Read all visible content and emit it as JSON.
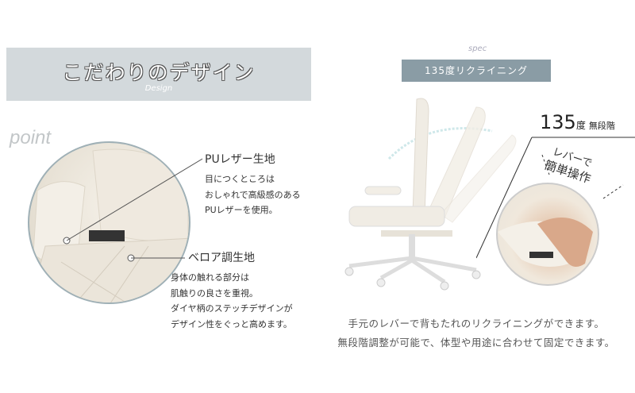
{
  "design": {
    "title": "こだわりのデザイン",
    "subtitle": "Design",
    "point_label": "point",
    "features": [
      {
        "title": "PUレザー生地",
        "lines": [
          "目につくところは",
          "おしゃれで高級感のある",
          "PUレザーを使用。"
        ]
      },
      {
        "title": "ベロア調生地",
        "lines": [
          "身体の触れる部分は",
          "肌触りの良さを重視。",
          "ダイヤ柄のステッチデザインが",
          "デザイン性をぐっと高めます。"
        ]
      }
    ]
  },
  "spec": {
    "label": "spec",
    "title": "135度リクライニング",
    "angle": "135",
    "angle_unit": "度",
    "angle_note": "無段階",
    "lever_line1": "レバーで",
    "lever_line2": "簡単操作",
    "description": [
      "手元のレバーで背もたれのリクライニングができます。",
      "無段階調整が可能で、体型や用途に合わせて固定できます。"
    ]
  }
}
